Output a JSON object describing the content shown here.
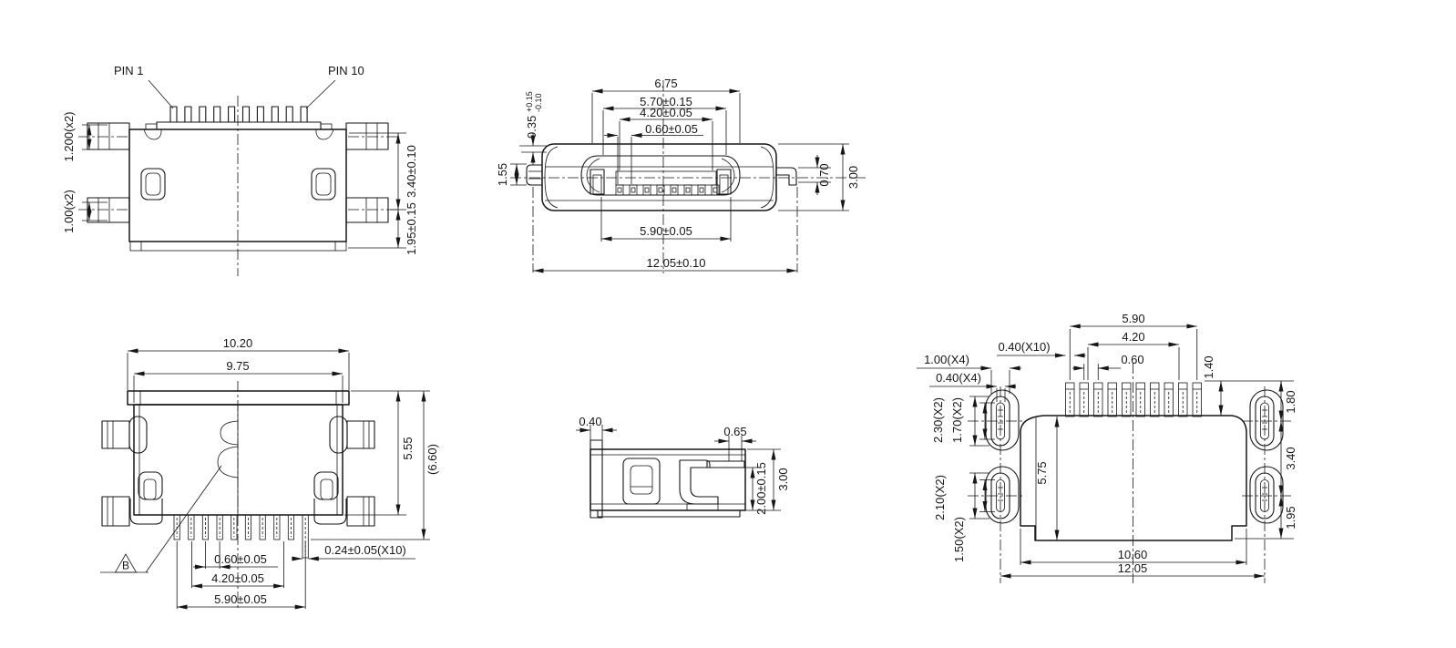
{
  "drawing": {
    "background": "#ffffff",
    "line_color": "#161616",
    "front_view": {
      "pin1_label": "PIN 1",
      "pin10_label": "PIN 10",
      "dim_tab_upper": "1.200(x2)",
      "dim_tab_lower": "1.00(x2)",
      "dim_height_total": "3.40±0.10",
      "dim_height_lower": "1.95±0.15"
    },
    "top_view": {
      "dim_cavity": "6.75",
      "dim_contact_span": "5.70±0.15",
      "dim_contact_group": "4.20±0.05",
      "dim_pitch": "0.60±0.05",
      "dim_offset_value": "0.35",
      "dim_offset_tol_plus": "+0.15",
      "dim_offset_tol_minus": "-0.10",
      "dim_tab": "1.55",
      "dim_pin_width": "0.70",
      "dim_height": "3.00",
      "dim_shell_span": "5.90±0.05",
      "dim_overall": "12.05±0.10"
    },
    "bottom_view": {
      "dim_width_outer": "10.20",
      "dim_width_body": "9.75",
      "dim_depth_body": "5.55",
      "dim_depth_ref": "(6.60)",
      "dim_pitch": "0.60±0.05",
      "dim_group": "4.20±0.05",
      "dim_span": "5.90±0.05",
      "dim_lead_width": "0.24±0.05(X10)",
      "datum_label": "B"
    },
    "side_view": {
      "dim_flange": "0.40",
      "dim_lead": "0.65",
      "dim_lead_height": "2.00±0.15",
      "dim_height": "3.00"
    },
    "footprint_view": {
      "dim_span": "5.90",
      "dim_group": "4.20",
      "dim_pitch": "0.60",
      "dim_pad_width": "0.40(X10)",
      "dim_tab_pad_width": "1.00(X4)",
      "dim_tab_slot_width": "0.40(X4)",
      "dim_tab_pad_upper": "2.30(X2)",
      "dim_tab_slot_upper": "1.70(X2)",
      "dim_tab_pad_lower": "2.10(X2)",
      "dim_tab_slot_lower": "1.50(X2)",
      "dim_pad_length": "1.40",
      "dim_body_depth": "5.75",
      "dim_row_offset_top": "1.80",
      "dim_row_spacing": "3.40",
      "dim_row_offset_bottom": "1.95",
      "dim_body_width": "10.60",
      "dim_overall_width": "12.05"
    }
  }
}
